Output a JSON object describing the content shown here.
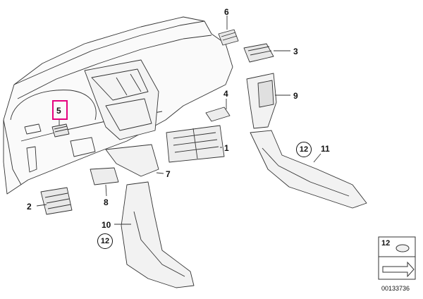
{
  "callouts": {
    "c1": "1",
    "c2": "2",
    "c3": "3",
    "c4": "4",
    "c5": "5",
    "c6": "6",
    "c7": "7",
    "c8": "8",
    "c9": "9",
    "c10": "10",
    "c11": "11",
    "c12a": "12",
    "c12b": "12",
    "c12legend": "12"
  },
  "document_id": "00133736",
  "colors": {
    "line": "#333333",
    "highlight": "#e6007e",
    "fill": "#f2f2f2"
  }
}
